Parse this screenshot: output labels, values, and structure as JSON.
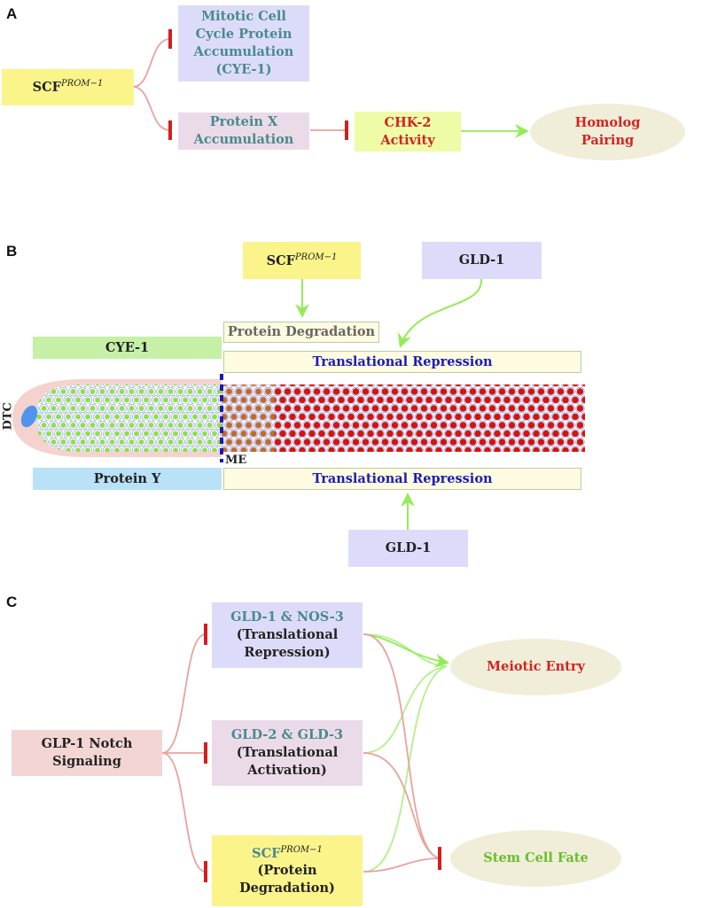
{
  "panels": {
    "a": "A",
    "b": "B",
    "c": "C"
  },
  "panel_a": {
    "scf": {
      "name": "SCF",
      "sup": "PROM−1"
    },
    "mitotic": [
      "Mitotic Cell",
      "Cycle Protein",
      "Accumulation",
      "(CYE-1)"
    ],
    "protein_x": [
      "Protein X",
      "Accumulation"
    ],
    "chk2": [
      "CHK-2",
      "Activity"
    ],
    "homolog": [
      "Homolog",
      "Pairing"
    ]
  },
  "panel_b": {
    "scf": {
      "name": "SCF",
      "sup": "PROM−1"
    },
    "gld1_top": "GLD-1",
    "protein_degradation": "Protein Degradation",
    "cye1": "CYE-1",
    "translational_repression_top": "Translational Repression",
    "dtc": "DTC",
    "me": "ME",
    "protein_y": "Protein Y",
    "translational_repression_bottom": "Translational Repression",
    "gld1_bottom": "GLD-1"
  },
  "panel_c": {
    "glp1": [
      "GLP-1 Notch",
      "Signaling"
    ],
    "gld1_nos3": [
      "GLD-1 & NOS-3",
      "(Translational",
      "Repression)"
    ],
    "gld2_gld3": [
      "GLD-2 & GLD-3",
      "(Translational",
      "Activation)"
    ],
    "scf": {
      "name": "SCF",
      "sup": "PROM−1",
      "lines": [
        "(Protein",
        "Degradation)"
      ]
    },
    "meiotic_entry": "Meiotic Entry",
    "stem_cell_fate": "Stem Cell Fate"
  },
  "colors": {
    "inhibit_line": "#e8a39e",
    "inhibit_bar": "#d21f1f",
    "activate_line": "#93ec57",
    "me_line": "#1a1ab4",
    "green_cell": "#8ee04f",
    "red_cell": "#d11414"
  }
}
